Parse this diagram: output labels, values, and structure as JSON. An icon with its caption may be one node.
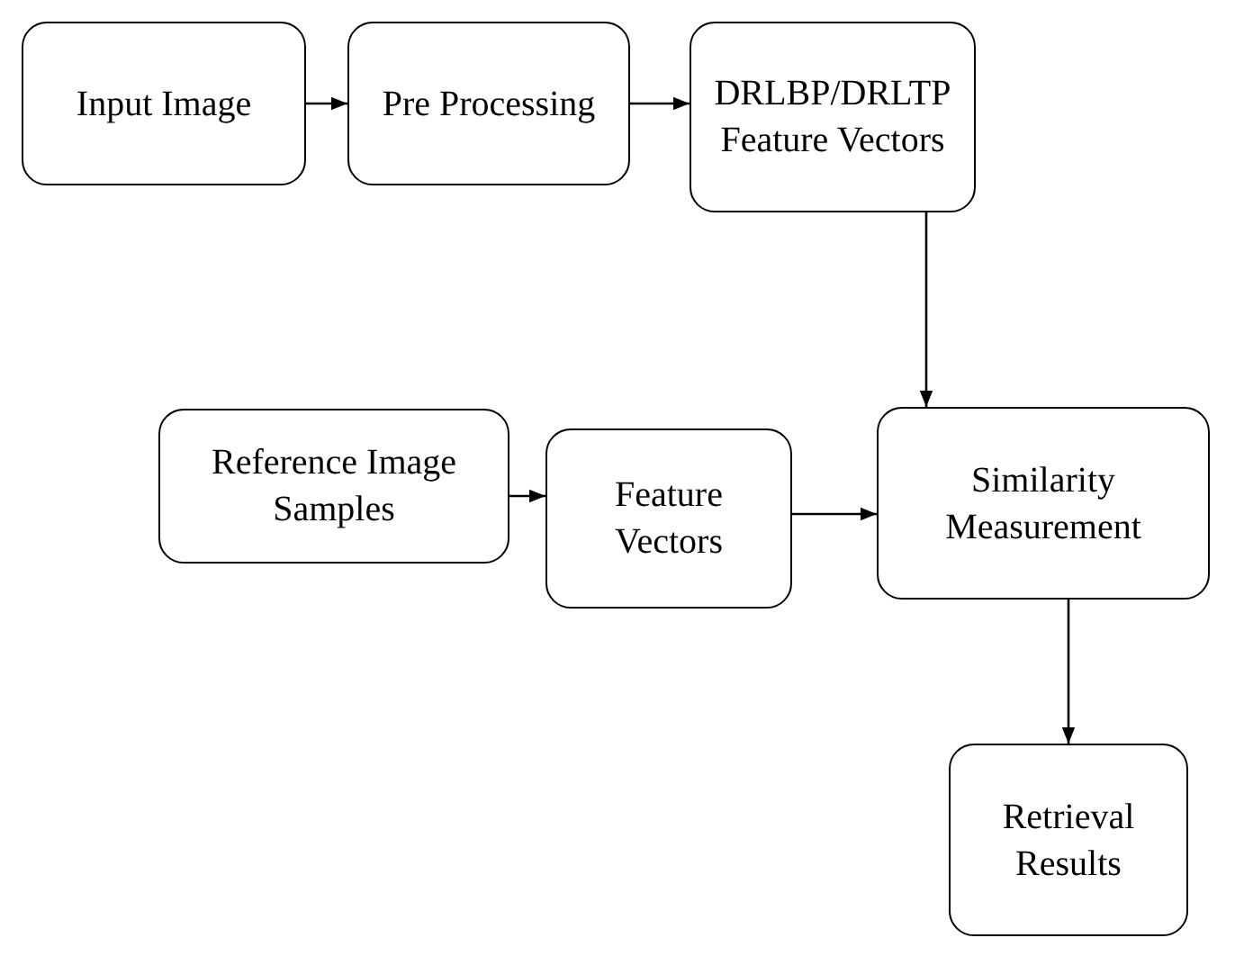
{
  "diagram": {
    "nodes": [
      {
        "text": [
          "Input Image"
        ]
      },
      {
        "text": [
          "Pre Processing"
        ]
      },
      {
        "text": [
          "DRLBP/DRLTP Feature Vectors"
        ]
      },
      {
        "text": [
          "Reference Image Samples"
        ]
      },
      {
        "text": [
          "Feature Vectors"
        ]
      },
      {
        "text": [
          "Similarity Measurement"
        ]
      },
      {
        "text": [
          "Retrieval Results"
        ]
      }
    ],
    "edges": [
      {
        "from": 0,
        "to": 1,
        "arrow": "to"
      },
      {
        "from": 1,
        "to": 2,
        "arrow": "to"
      },
      {
        "from": 2,
        "to": 5,
        "arrow": "to"
      },
      {
        "from": 3,
        "to": 4,
        "arrow": "to"
      },
      {
        "from": 4,
        "to": 5,
        "arrow": "to"
      },
      {
        "from": 5,
        "to": 6,
        "arrow": "to"
      }
    ]
  }
}
